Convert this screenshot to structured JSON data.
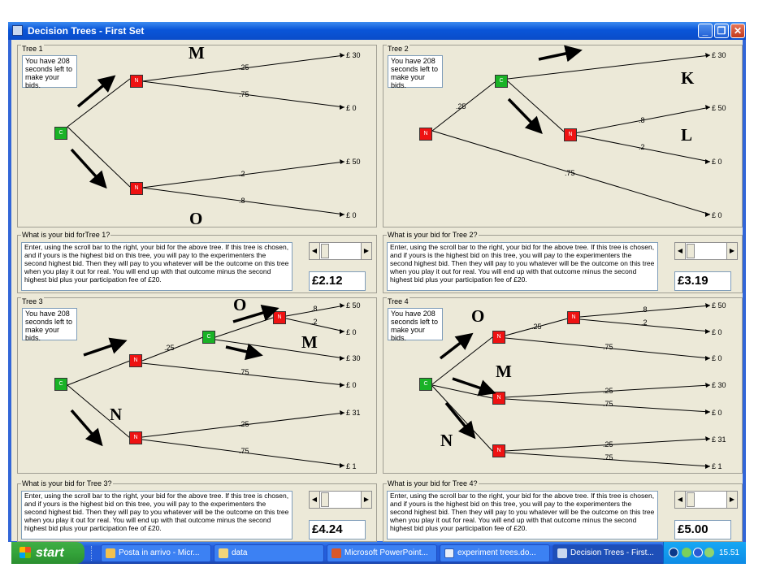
{
  "window": {
    "title": "Decision Trees - First Set",
    "controls": {
      "minimize": "_",
      "maximize": "❐",
      "close": "✕"
    }
  },
  "trees": [
    {
      "title": "Tree 1",
      "timer": "You have 208 seconds left to make your bids.",
      "root": "C",
      "nodes": [
        {
          "label": "N"
        },
        {
          "label": "N"
        }
      ],
      "probabilities": [
        ".25",
        ".75",
        ".2",
        ".8"
      ],
      "outcomes": [
        "£ 30",
        "£ 0",
        "£ 50",
        "£ 0"
      ],
      "bid": {
        "title": "What is your bid forTree 1?",
        "instructions": "Enter, using the scroll bar to the right, your bid for the above tree. If this tree is chosen, and if yours is the highest bid on this tree, you will pay to the experimenters the second highest bid.  Then they will pay to you whatever will be the outcome on this tree when you play it out for real. You will end up with that outcome minus the second highest bid plus your participation fee of £20.",
        "value": "£2.12"
      }
    },
    {
      "title": "Tree 2",
      "timer": "You have 208 seconds left to make your bids.",
      "root": "N",
      "nodes": [
        {
          "label": "C"
        },
        {
          "label": "N"
        }
      ],
      "probabilities": [
        ".25",
        ".8",
        ".2",
        ".75"
      ],
      "outcomes": [
        "£ 30",
        "£ 50",
        "£ 0",
        "£ 0"
      ],
      "bid": {
        "title": "What is your bid for Tree 2?",
        "instructions": "Enter, using the scroll bar to the right, your bid for the above tree. If this tree is chosen, and if yours is the highest bid on this tree, you will pay to the experimenters the second highest bid.  Then they will pay to you whatever will be the outcome on this tree when you play it out for real. You will end up with that outcome minus the second highest bid plus your participation fee of £20.",
        "value": "£3.19"
      }
    },
    {
      "title": "Tree 3",
      "timer": "You have 208 seconds left to make your bids.",
      "root": "C",
      "nodes": [
        {
          "label": "N"
        },
        {
          "label": "C"
        },
        {
          "label": "N"
        },
        {
          "label": "N"
        }
      ],
      "probabilities": [
        ".8",
        ".2",
        ".25",
        ".75",
        ".25",
        ".75"
      ],
      "outcomes": [
        "£ 50",
        "£ 0",
        "£ 30",
        "£ 0",
        "£ 31",
        "£ 1"
      ],
      "bid": {
        "title": "What is your bid for Tree 3?",
        "instructions": "Enter, using the scroll bar to the right, your bid for the above tree. If this tree is chosen, and if yours is the highest bid on this tree, you will pay to the experimenters the second highest bid.  Then they will pay to you whatever will be the outcome on this tree when you play it out for real. You will end up with that outcome minus the second highest bid plus your participation fee of £20.",
        "value": "£4.24"
      }
    },
    {
      "title": "Tree 4",
      "timer": "You have 208 seconds left to make your bids.",
      "root": "C",
      "nodes": [
        {
          "label": "N"
        },
        {
          "label": "N"
        },
        {
          "label": "N"
        },
        {
          "label": "N"
        }
      ],
      "probabilities": [
        ".8",
        ".2",
        ".25",
        ".75",
        ".25",
        ".75",
        ".25",
        ".75"
      ],
      "outcomes": [
        "£ 50",
        "£ 0",
        "£ 0",
        "£ 30",
        "£ 0",
        "£ 31",
        "£ 1"
      ],
      "bid": {
        "title": "What is your bid for Tree 4?",
        "instructions": "Enter, using the scroll bar to the right, your bid for the above tree. If this tree is chosen, and if yours is the highest bid on this tree, you will pay to the experimenters the second highest bid.  Then they will pay to you whatever will be the outcome on this tree when you play it out for real. You will end up with that outcome minus the second highest bid plus your participation fee of £20.",
        "value": "£5.00"
      }
    }
  ],
  "annotations": {
    "tree1": [
      "M",
      "O"
    ],
    "tree2": [
      "K",
      "L"
    ],
    "tree3": [
      "O",
      "M",
      "N"
    ],
    "tree4": [
      "O",
      "M",
      "N"
    ]
  },
  "taskbar": {
    "start": "start",
    "items": [
      {
        "label": "Posta in arrivo - Micr...",
        "icon": "outlook-icon"
      },
      {
        "label": "data",
        "icon": "folder-icon"
      },
      {
        "label": "Microsoft PowerPoint...",
        "icon": "powerpoint-icon"
      },
      {
        "label": "experiment trees.do...",
        "icon": "word-icon"
      },
      {
        "label": "Decision Trees - First...",
        "icon": "app-icon"
      }
    ],
    "clock": "15.51"
  },
  "colors": {
    "chance_node": "#19b226",
    "decision_node": "#ee1212",
    "window_bg": "#ece9d8",
    "titlebar": "#0a55d8"
  }
}
